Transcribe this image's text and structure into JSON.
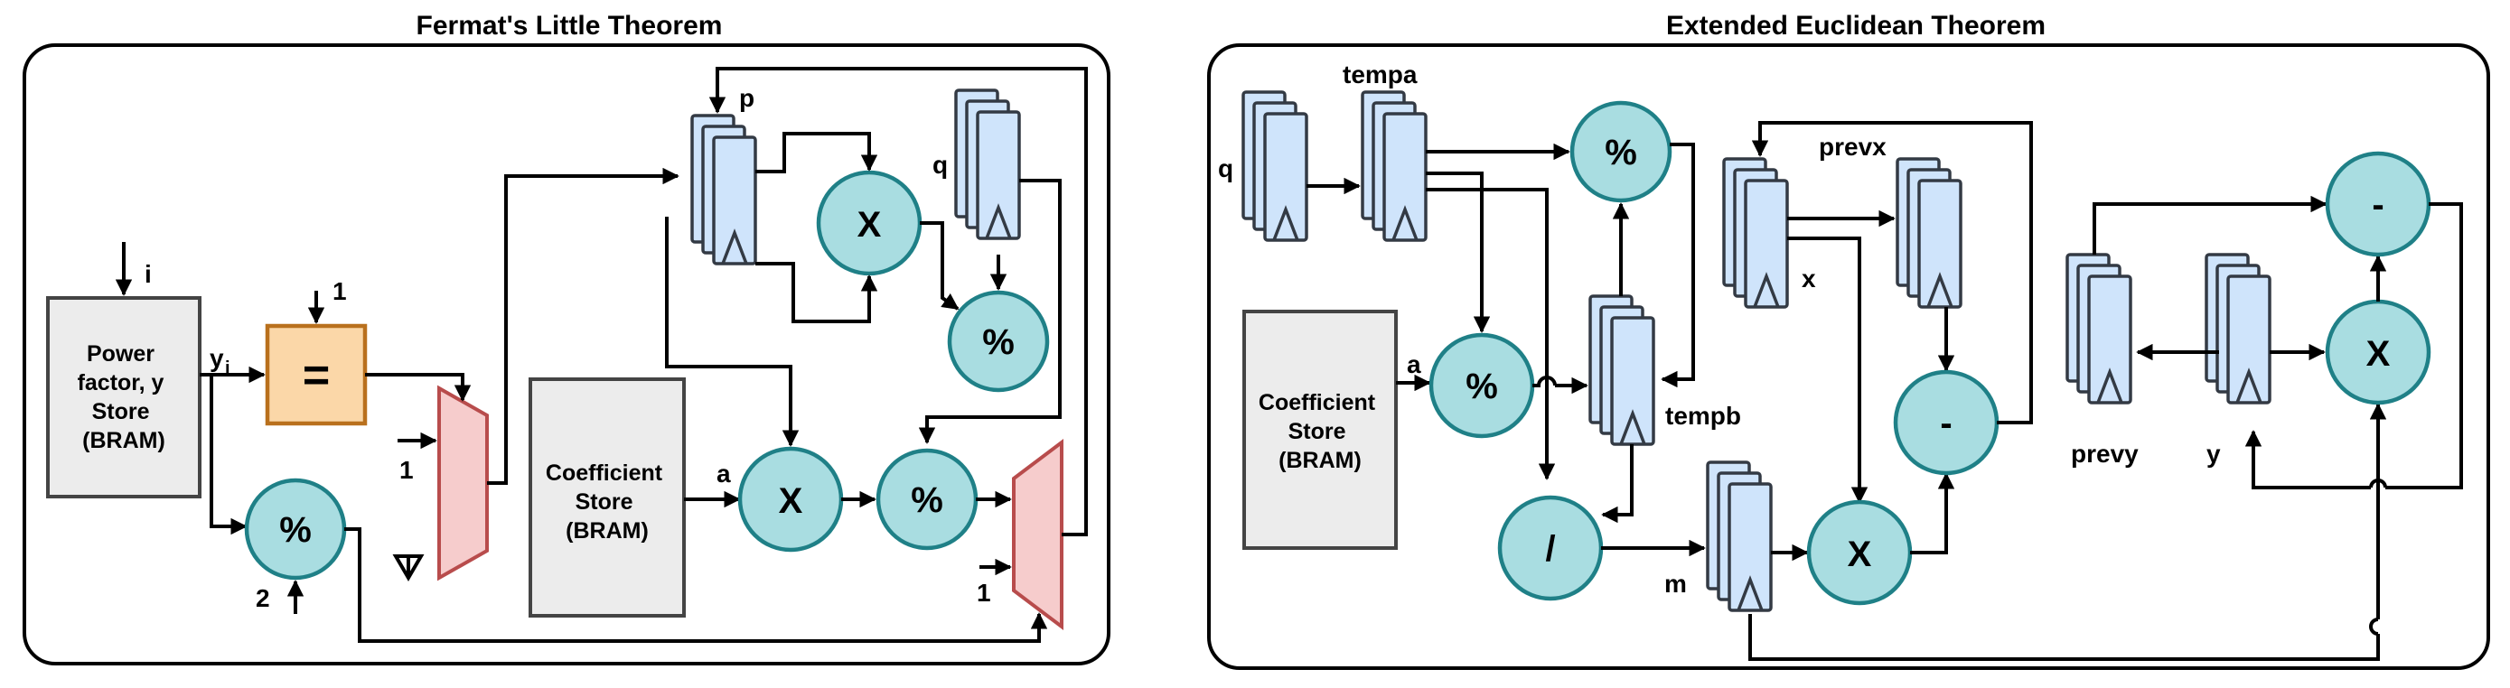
{
  "fermat": {
    "title": "Fermat's Little Theorem",
    "store_lines": [
      "Power",
      "factor, y",
      "Store",
      "(BRAM)"
    ],
    "coeff_lines": [
      "Coefficient",
      "Store",
      "(BRAM)"
    ],
    "label_i": "i",
    "label_y": "y",
    "label_y_sub": "i",
    "label_one_eq": "1",
    "eq_symbol": "=",
    "label_two": "2",
    "mod_symbol": "%",
    "mux_top_input": "1",
    "label_p": "p",
    "label_q": "q",
    "label_a": "a",
    "mul_symbol": "X",
    "mux_bottom_input": "1"
  },
  "euclid": {
    "title": "Extended Euclidean Theorem",
    "coeff_lines": [
      "Coefficient",
      "Store",
      "(BRAM)"
    ],
    "label_q": "q",
    "label_tempa": "tempa",
    "label_tempb": "tempb",
    "label_a": "a",
    "label_prevx": "prevx",
    "label_x": "x",
    "label_m": "m",
    "label_prevy": "prevy",
    "label_y": "y",
    "mod_symbol": "%",
    "div_symbol": "/",
    "mul_symbol": "X",
    "sub_symbol": "-"
  }
}
